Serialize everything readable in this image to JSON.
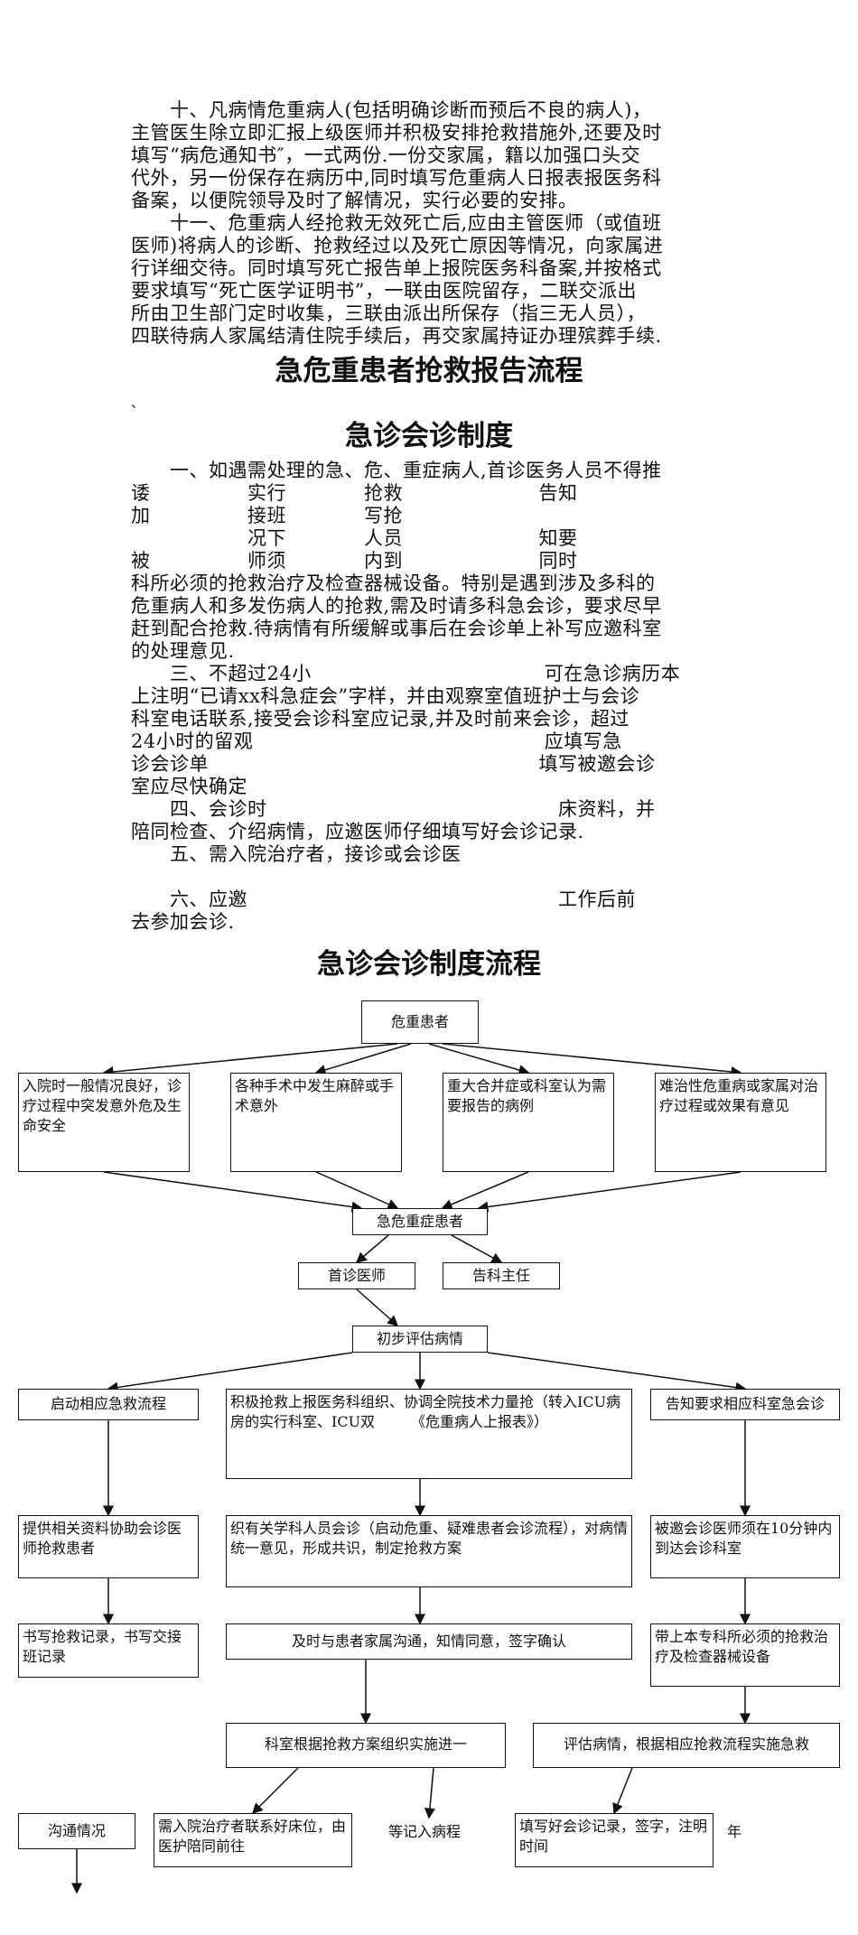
{
  "paragraphs": [
    "　　十、凡病情危重病人(包括明确诊断而预后不良的病人)，",
    "主管医生除立即汇报上级医师并积极安排抢救措施外,还要及时",
    "填写“病危通知书″，一式两份.一份交家属，籍以加强口头交",
    "代外，另一份保存在病历中,同时填写危重病人日报表报医务科",
    "备案，以便院领导及时了解情况，实行必要的安排。",
    "　　十一、危重病人经抢救无效死亡后,应由主管医师（或值班",
    "医师)将病人的诊断、抢救经过以及死亡原因等情况，向家属进",
    "行详细交待。同时填写死亡报告单上报院医务科备案,并按格式",
    "要求填写“死亡医学证明书”，一联由医院留存，二联交派出",
    "所由卫生部门定时收集，三联由派出所保存（指三无人员），",
    "四联待病人家属结清住院手续后，再交家属持证办理殡葬手续."
  ],
  "title1": "急危重患者抢救报告流程",
  "mark": "、",
  "title2": "急诊会诊制度",
  "paragraphs2": [
    "　　一、如遇需处理的急、危、重症病人,首诊医务人员不得推",
    "诿　　　　　实行　　　　抢救　　　　　　　告知",
    "加　　　　　接班　　　　写抢",
    "　　　　　　况下　　　　人员　　　　　　　知要",
    "被　　　　　师须　　　　内到　　　　　　　同时",
    "科所必须的抢救治疗及检查器械设备。特别是遇到涉及多科的",
    "危重病人和多发伤病人的抢救,需及时请多科急会诊，要求尽早",
    "赶到配合抢救.待病情有所缓解或事后在会诊单上补写应邀科室",
    "的处理意见.",
    "　　三、不超过24小　　　　　　　　　　　　可在急诊病历本",
    "上注明“已请xx科急症会”字样，并由观察室值班护士与会诊",
    "科室电话联系,接受会诊科室应记录,并及时前来会诊，超过",
    "24小时的留观　　　　　　　　　　　　　　　应填写急",
    "诊会诊单　　　　　　　　　　　　　　　　　填写被邀会诊",
    "室应尽快确定",
    "　　四、会诊时　　　　　　　　　　　　　　　床资料，并",
    "陪同检查、介绍病情，应邀医师仔细填写好会诊记录.",
    "　　五、需入院治疗者，接诊或会诊医",
    "",
    "　　六、应邀　　　　　　　　　　　　　　　　工作后前",
    "去参加会诊."
  ],
  "title3": "急诊会诊制度流程",
  "flow": {
    "critical_patient": "危重患者",
    "case1": "入院时一般情况良好，诊疗过程中突发意外危及生命安全",
    "case2": "各种手术中发生麻醉或手术意外",
    "case3": "重大合并症或科室认为需要报告的病例",
    "case4": "难治性危重病或家属对治疗过程或效果有意见",
    "emergency_patient": "急危重症患者",
    "report_director": "告科主任",
    "first_doctor": "首诊医师",
    "initial_assess": "初步评估病情",
    "rescue_report": "积极抢救上报医务科组织、协调全院技术力量抢（转入ICU病房的实行科室、ICU双　　　《危重病人上报表》）",
    "start_process": "启动相应急救流程",
    "notify_consult": "告知要求相应科室急会诊",
    "provide_info": "提供相关资料协助会诊医师抢救患者",
    "invited_doctor": "被邀会诊医师须在10分钟内到达会诊科室",
    "organize_consult": "织有关学科人员会诊（启动危重、疑难患者会诊流程），对病情统一意见，形成共识，制定抢救方案",
    "bring_equipment": "带上本专科所必须的抢救治疗及检查器械设备",
    "write_record": "书写抢救记录，书写交接班记录",
    "communicate_family": "及时与患者家属沟通，知情同意，签字确认",
    "implement_plan": "科室根据抢救方案组织实施进一",
    "assess_rescue": "评估病情，根据相应抢救流程实施急救",
    "communicate_status": "沟通情况",
    "admission": "需入院治疗者联系好床位，由医护陪同前往",
    "record_course": "等记入病程",
    "fill_record": "填写好会诊记录，签字，注明时间",
    "tail": "年"
  }
}
